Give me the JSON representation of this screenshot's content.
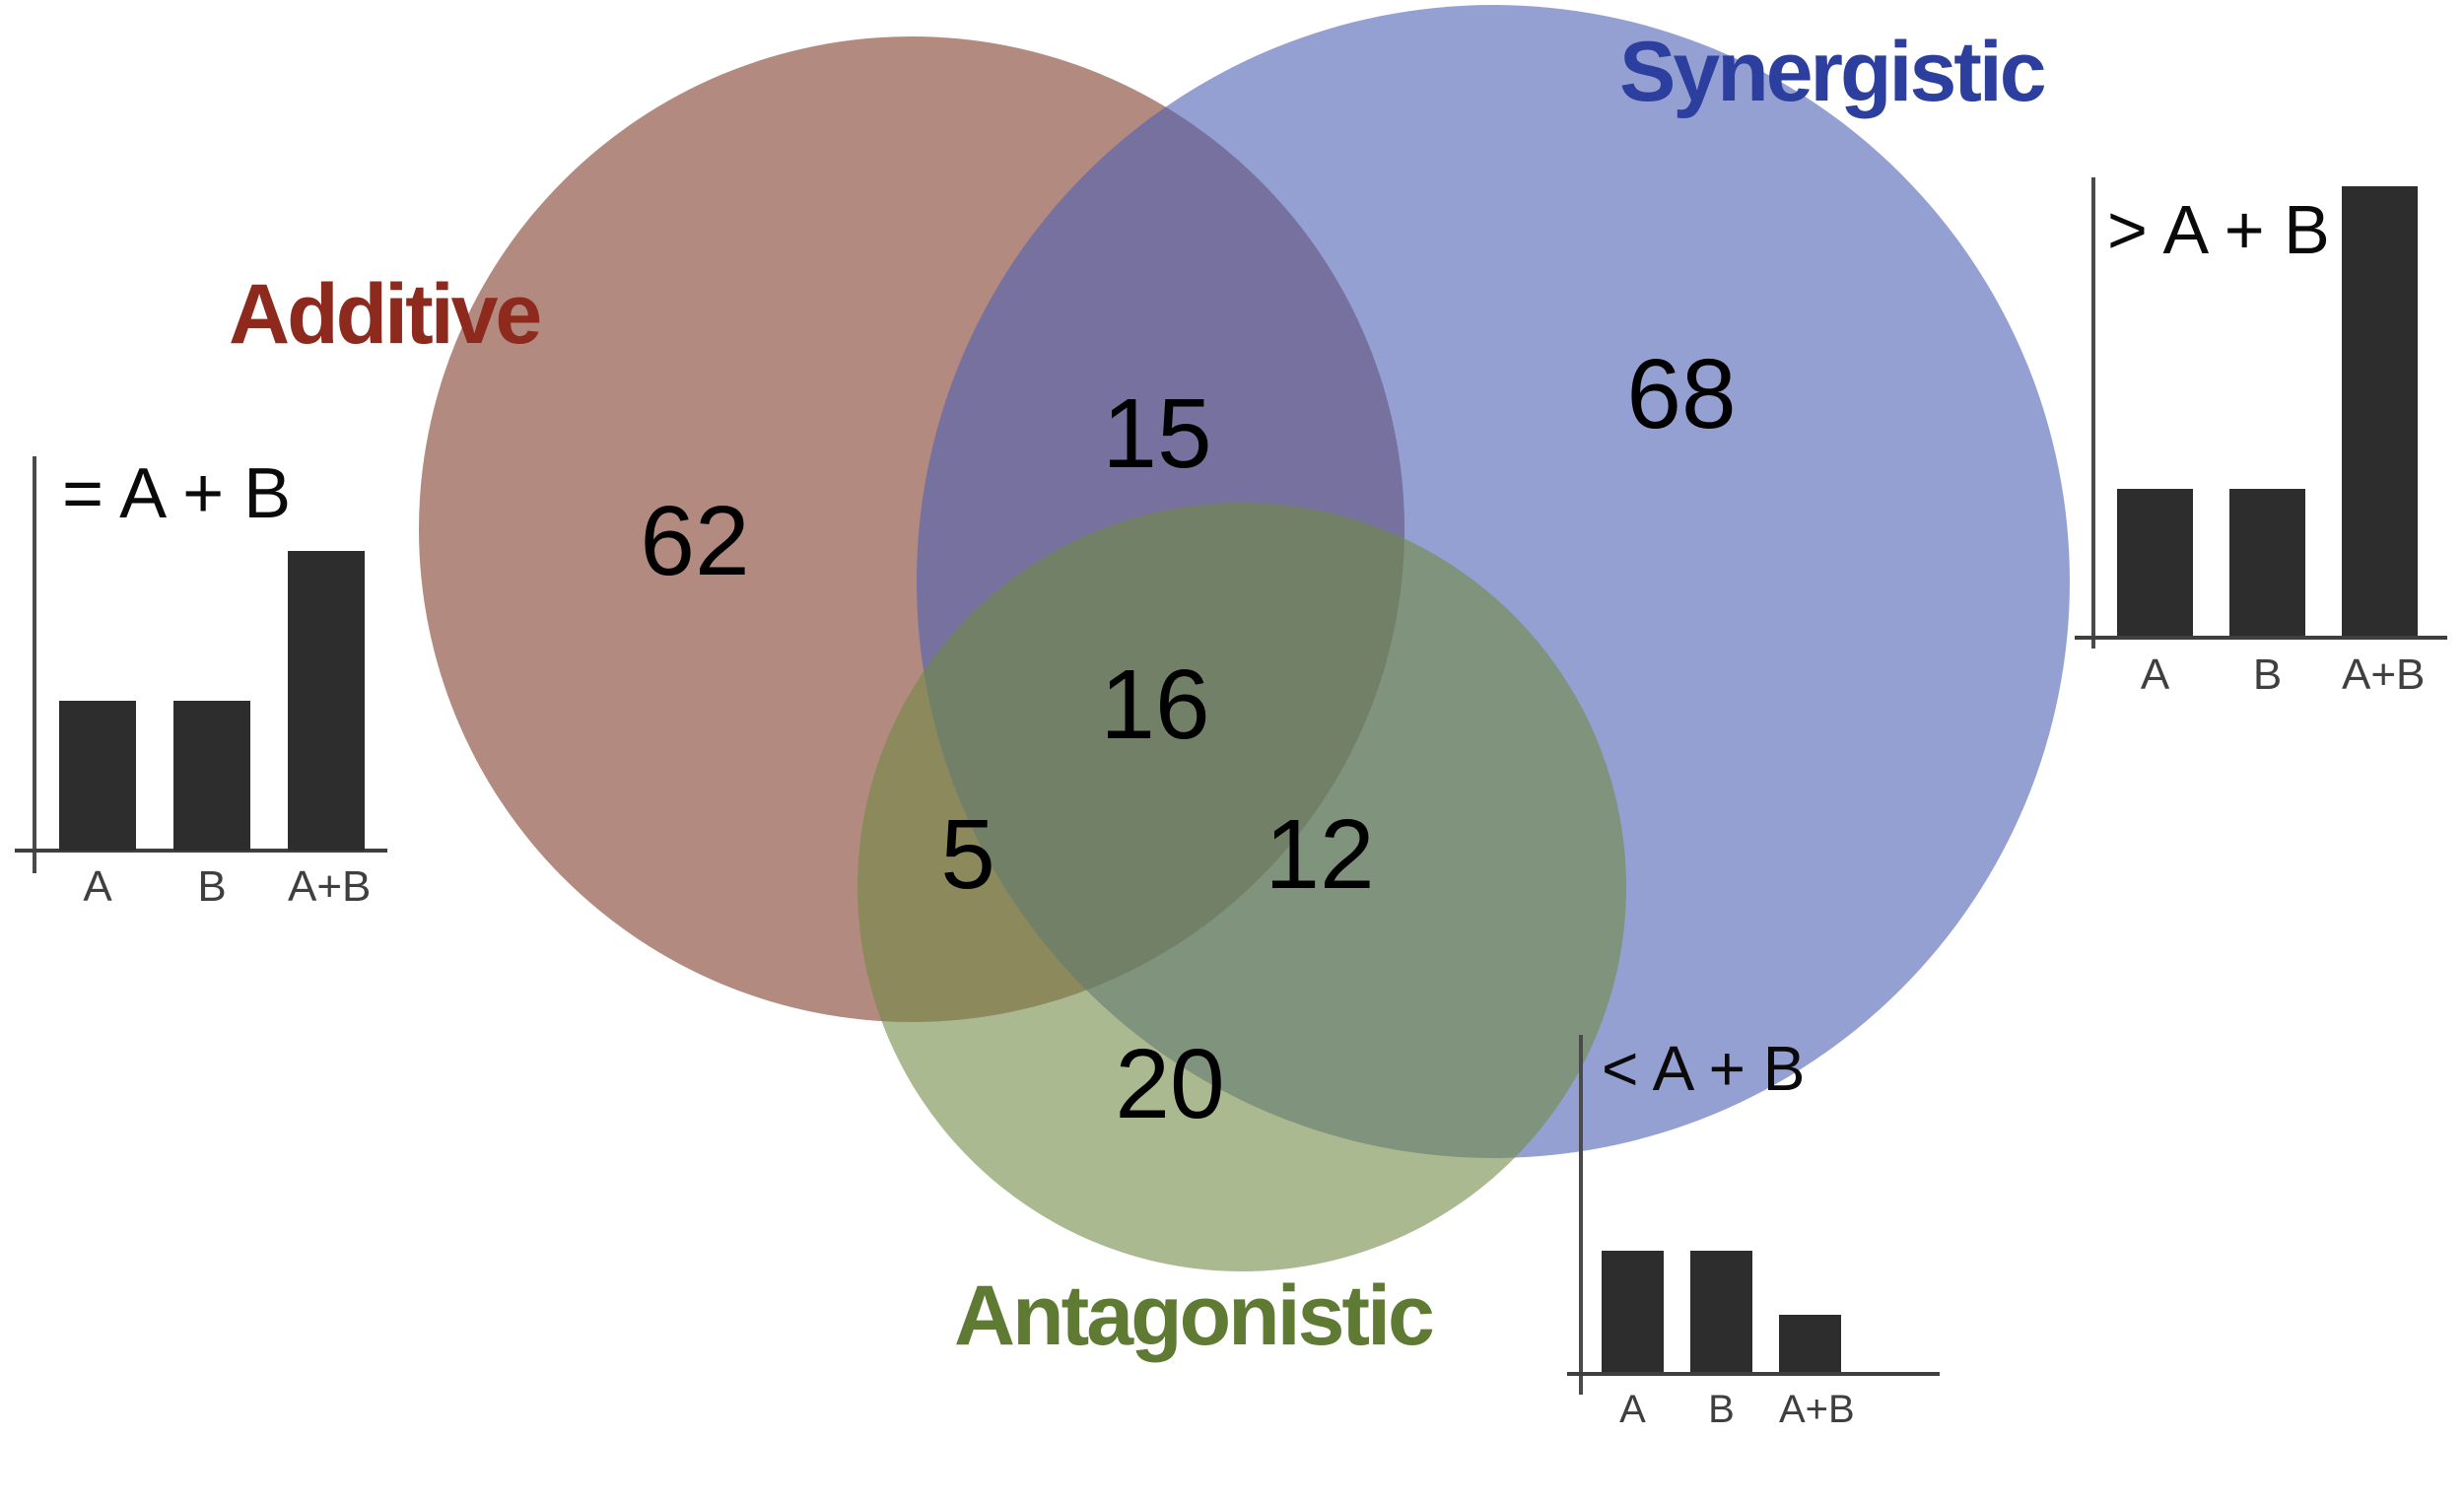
{
  "chart_data": [
    {
      "type": "venn",
      "title": "",
      "sets": [
        "Additive",
        "Synergistic",
        "Antagonistic"
      ],
      "set_label_colors": [
        "#8E2A1D",
        "#2C3F9F",
        "#5E7A33"
      ],
      "set_fill_colors_over_white": [
        "#B38A80",
        "#94A0D2",
        "#AAB98F"
      ],
      "regions": {
        "additive_only": 62,
        "synergistic_only": 68,
        "antagonistic_only": 20,
        "additive_and_synergistic": 15,
        "additive_and_antagonistic": 5,
        "synergistic_and_antagonistic": 12,
        "all_three": 16
      }
    },
    {
      "type": "bar",
      "id": "additive-inset",
      "title": "= A + B",
      "categories": [
        "A",
        "B",
        "A+B"
      ],
      "values": [
        38,
        38,
        76
      ],
      "values_unit": "percent of y-axis height",
      "bar_color": "#2D2D2D",
      "axis_color": "#4A4A4A",
      "grid": false,
      "legend": "none"
    },
    {
      "type": "bar",
      "id": "synergistic-inset",
      "title": "> A + B",
      "categories": [
        "A",
        "B",
        "A+B"
      ],
      "values": [
        32,
        32,
        98
      ],
      "values_unit": "percent of y-axis height",
      "bar_color": "#2D2D2D",
      "axis_color": "#4A4A4A",
      "grid": false,
      "legend": "none"
    },
    {
      "type": "bar",
      "id": "antagonistic-inset",
      "title": "< A + B",
      "categories": [
        "A",
        "B",
        "A+B"
      ],
      "values": [
        36,
        36,
        17
      ],
      "values_unit": "percent of y-axis height",
      "bar_color": "#2D2D2D",
      "axis_color": "#4A4A4A",
      "grid": false,
      "legend": "none"
    }
  ],
  "background_color": "#FFFFFF",
  "text_color": "#000000"
}
